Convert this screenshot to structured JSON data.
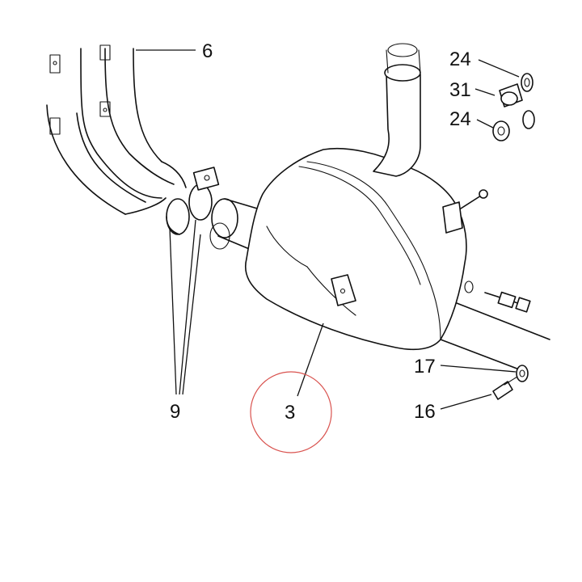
{
  "diagram": {
    "callouts": [
      {
        "id": "label-6",
        "text": "6"
      },
      {
        "id": "label-24-top",
        "text": "24"
      },
      {
        "id": "label-31",
        "text": "31"
      },
      {
        "id": "label-24-mid",
        "text": "24"
      },
      {
        "id": "label-9",
        "text": "9"
      },
      {
        "id": "label-3",
        "text": "3"
      },
      {
        "id": "label-17",
        "text": "17"
      },
      {
        "id": "label-16",
        "text": "16"
      }
    ],
    "highlight_color": "#d9534f"
  }
}
